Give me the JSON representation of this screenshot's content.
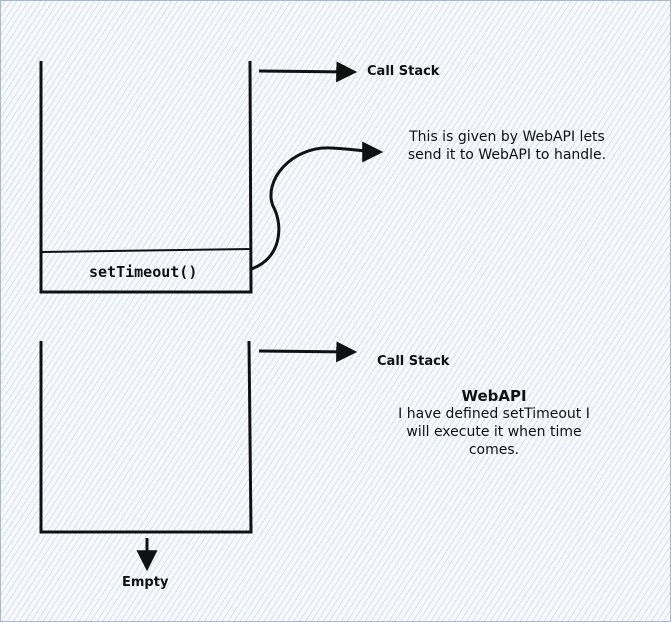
{
  "top_panel": {
    "stack_label": "Call Stack",
    "stack_item": "setTimeout()",
    "note_line1": "This is given by WebAPI lets",
    "note_line2": "send it to WebAPI to handle."
  },
  "bottom_panel": {
    "stack_label": "Call Stack",
    "webapi_title": "WebAPI",
    "webapi_line1": "I have defined setTimeout I",
    "webapi_line2": "will execute it when time",
    "webapi_line3": "comes.",
    "empty_label": "Empty"
  },
  "colors": {
    "stroke": "#111111",
    "hatch": "#8ca5d2"
  }
}
